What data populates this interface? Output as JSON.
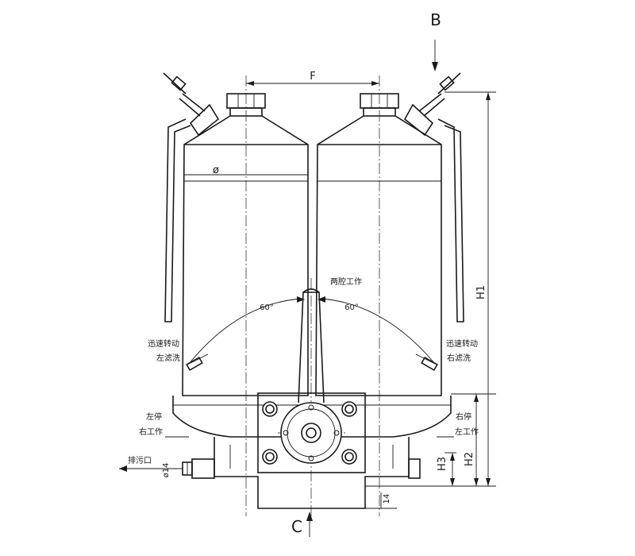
{
  "drawing": {
    "view_b": "B",
    "view_c": "C",
    "dim_f": "F",
    "dim_diameter": "ø",
    "dim_h1": "H1",
    "dim_h2": "H2",
    "dim_h3": "H3",
    "dim_14_bottom": "14",
    "dim_phi14": "ø14",
    "angle_left": "60°",
    "angle_right": "60°",
    "label_both_working": "两腔工作",
    "label_left_wash_line1": "迅速转动",
    "label_left_wash_line2": "左滤洗",
    "label_right_wash_line1": "迅速转动",
    "label_right_wash_line2": "右滤洗",
    "label_left_stop_line1": "左停",
    "label_left_stop_line2": "右工作",
    "label_right_stop_line1": "右停",
    "label_right_stop_line2": "左工作",
    "label_drain": "排污口"
  }
}
